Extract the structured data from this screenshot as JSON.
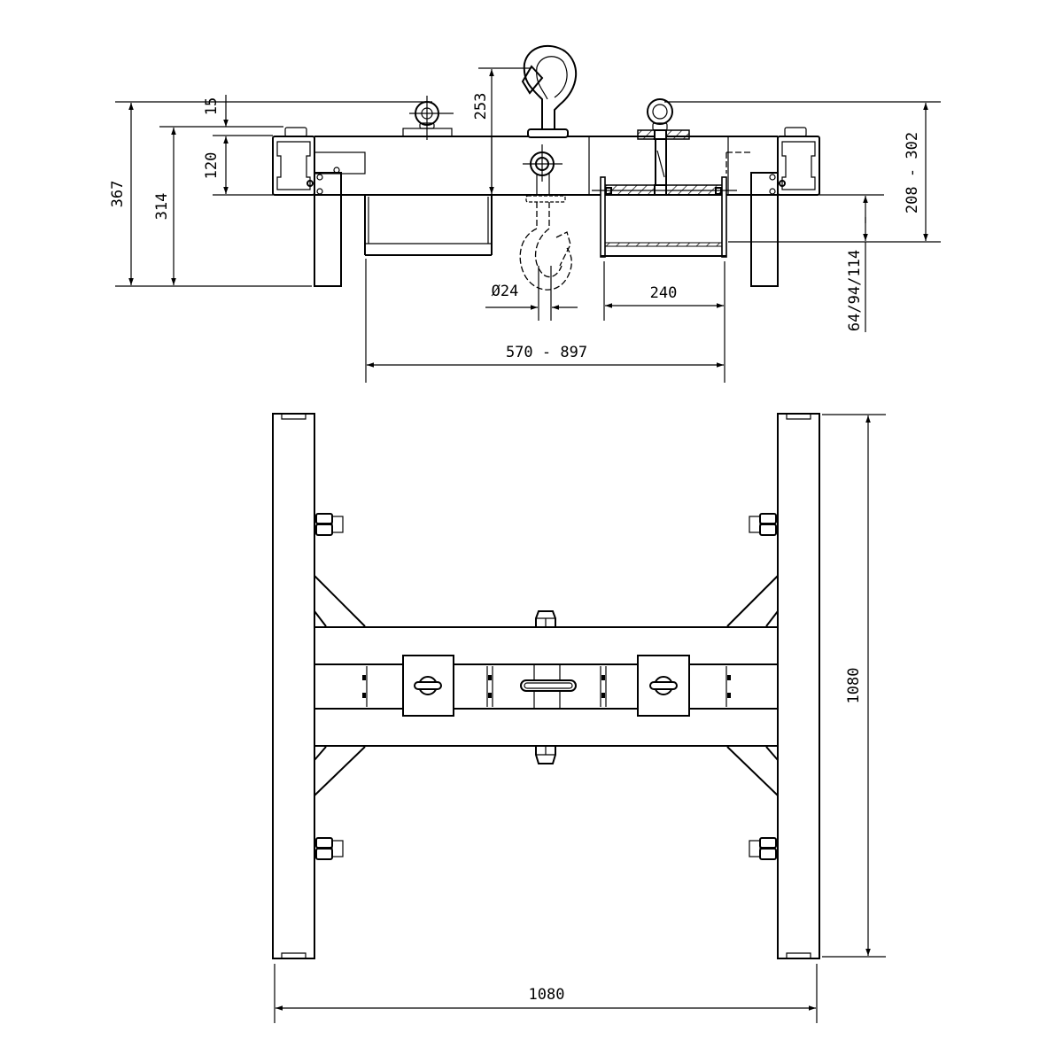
{
  "drawing": {
    "side_view": {
      "dimensions": {
        "overall_height": "367",
        "frame_height": "314",
        "eyebolt_offset": "15",
        "beam_height": "120",
        "hook_height": "253",
        "hook_diameter": "Ø24",
        "bucket_width": "240",
        "spread_range": "570 - 897",
        "drop_range": "208 - 302",
        "bucket_depths": "64/94/114"
      }
    },
    "plan_view": {
      "dimensions": {
        "width": "1080",
        "length": "1080"
      }
    },
    "line_color": "#000000",
    "background": "#ffffff"
  }
}
